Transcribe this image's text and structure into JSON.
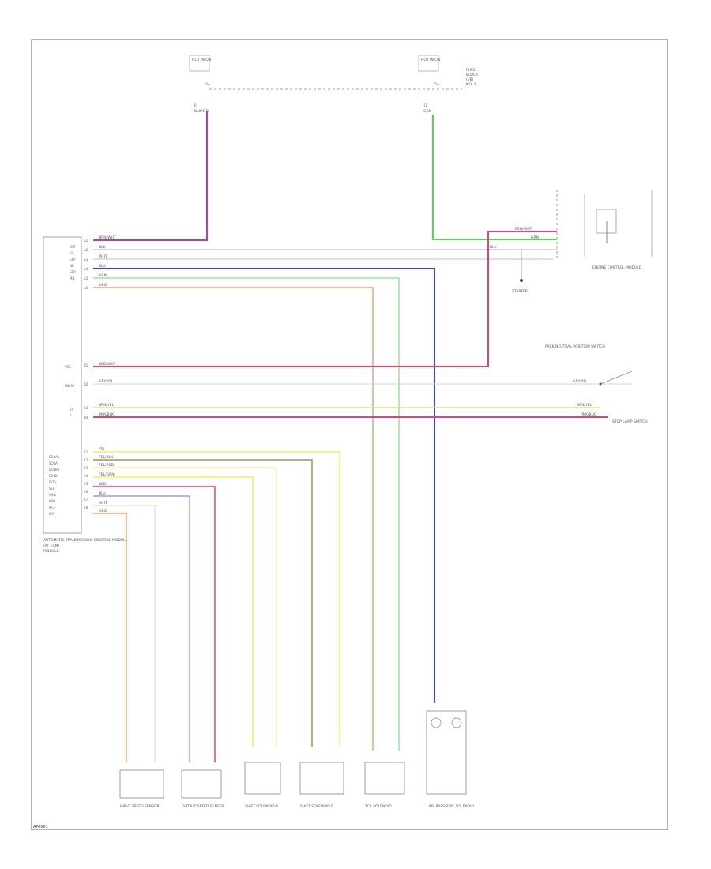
{
  "diagram_code": "AT0001",
  "components": {
    "tcm": "AUTOMATIC TRANSMISSION CONTROL MODULE",
    "ign_fuse_left": "HOT IN ON",
    "ign_fuse_right": "HOT IN ON",
    "starter_ref": "STARTER",
    "park_neutral": "PARK/NEUTRAL POSITION SWITCH",
    "brake_switch": "STOP LAMP SWITCH",
    "engine_ecm": "ENGINE CONTROL MODULE",
    "sensor_1": "INPUT SPEED SENSOR",
    "sensor_2": "OUTPUT SPEED SENSOR",
    "sol_1": "SHIFT SOLENOID A",
    "sol_2": "SHIFT SOLENOID B",
    "sol_3": "TCC SOLENOID",
    "sol_4": "LINE PRESSURE SOLENOID"
  },
  "wire_colors": {
    "violet": "#b23cc8",
    "green": "#46e046",
    "gray": "#c8c8c8",
    "blue": "#3c3cf0",
    "lightgreen": "#9be29b",
    "orange": "#f5a46e",
    "red": "#f03c6e",
    "yellow": "#f0f05a",
    "olive": "#a09650",
    "lightyellow": "#f5f596",
    "lightblue": "#9b9bf5",
    "pink": "#f596b4"
  }
}
